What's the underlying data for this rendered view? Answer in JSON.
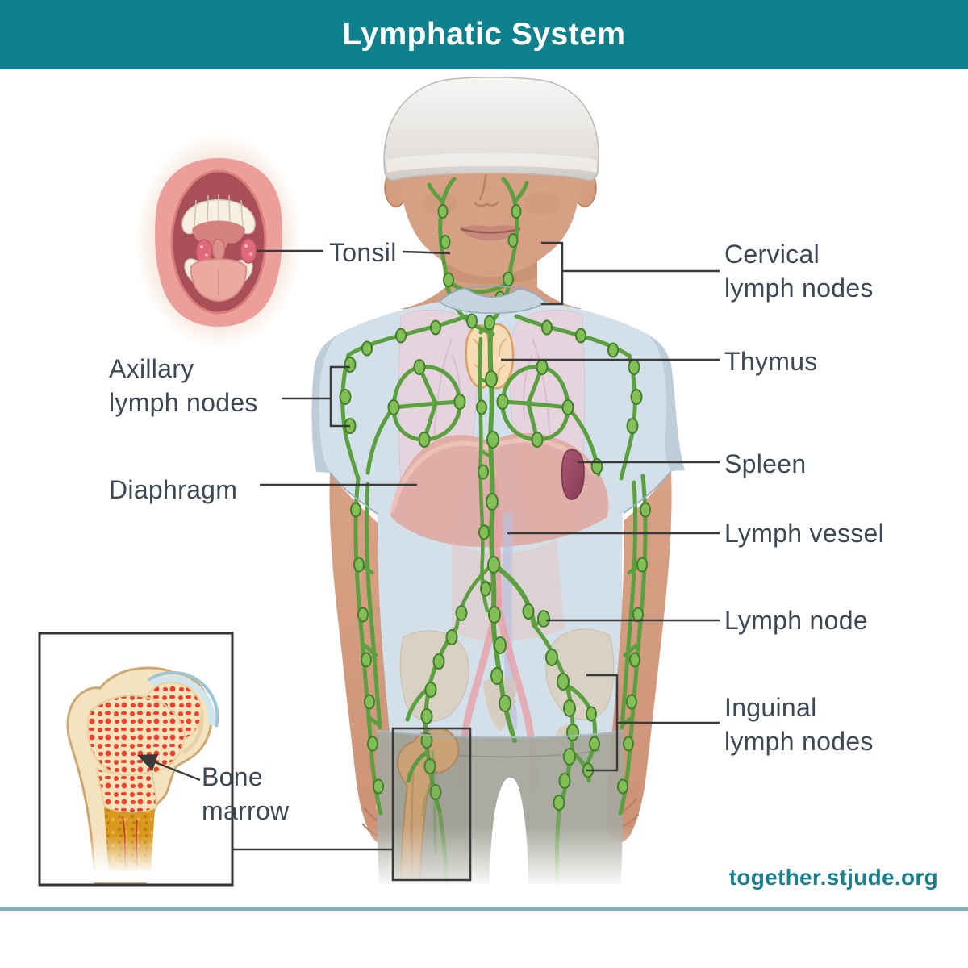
{
  "header": {
    "title": "Lymphatic System"
  },
  "labels": {
    "tonsil": "Tonsil",
    "cervical_lymph_nodes": "Cervical lymph nodes",
    "thymus": "Thymus",
    "axillary_lymph_nodes": "Axillary lymph nodes",
    "spleen": "Spleen",
    "diaphragm": "Diaphragm",
    "lymph_vessel": "Lymph vessel",
    "lymph_node": "Lymph node",
    "inguinal_lymph_nodes": "Inguinal lymph nodes",
    "bone_marrow": "Bone marrow"
  },
  "footer": {
    "website": "together.stjude.org"
  },
  "colors": {
    "header_background": "#0E818C",
    "header_text": "#FFFFFF",
    "label_text": "#3F4754",
    "leader_line": "#3A3A3A",
    "lymph_vessel_green": "#5BA03F",
    "lymph_node_green": "#82BF56",
    "footer_text": "#19808F",
    "footer_rule": "#7CB4BF"
  },
  "illustration": {
    "figure": "Child wearing a cap with translucent view of the lymphatic system",
    "mouth_inset": "Open mouth showing tonsils",
    "bone_inset": "Femur cross-section showing bone marrow",
    "thigh_inset": "Highlighted hip and femur region"
  }
}
